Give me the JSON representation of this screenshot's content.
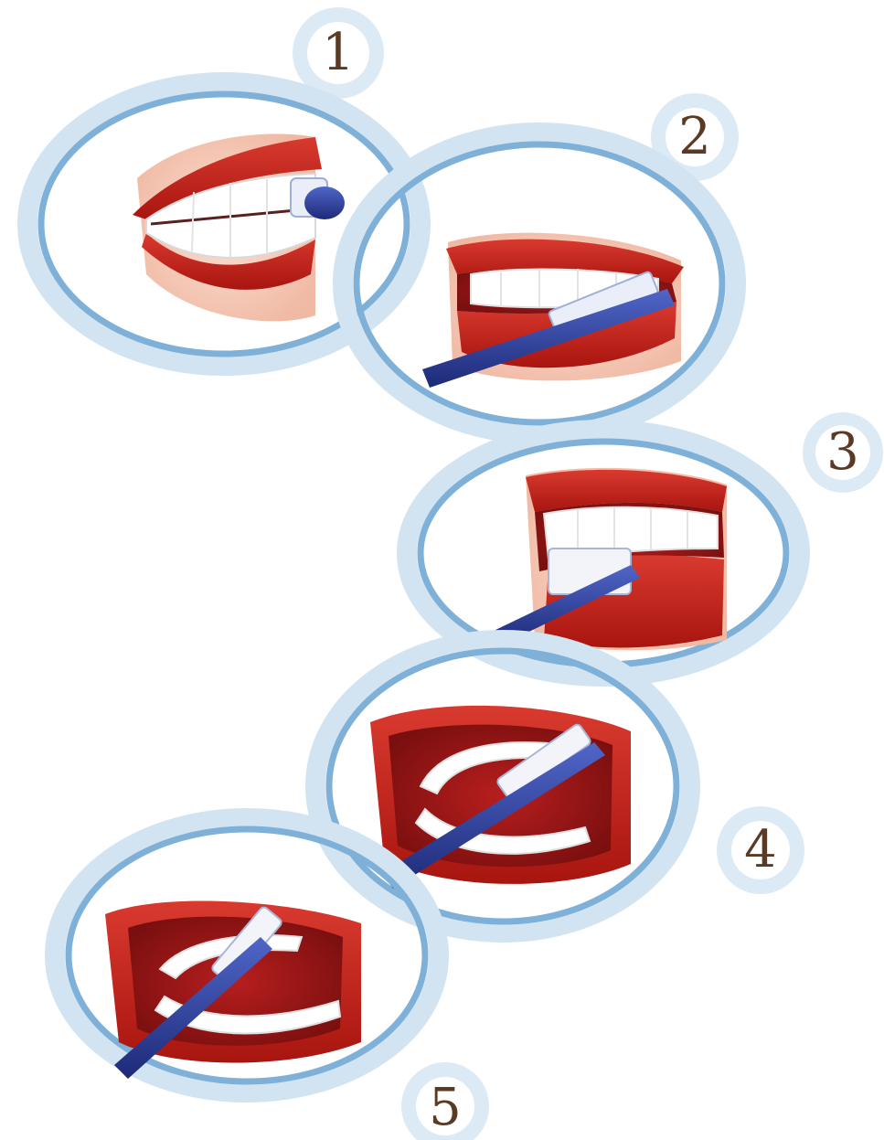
{
  "steps": [
    {
      "number": "1",
      "icon": "mouth-outer-front-brushing-icon"
    },
    {
      "number": "2",
      "icon": "mouth-outer-side-brushing-icon"
    },
    {
      "number": "3",
      "icon": "mouth-lower-teeth-brushing-icon"
    },
    {
      "number": "4",
      "icon": "mouth-inner-upper-brushing-icon"
    },
    {
      "number": "5",
      "icon": "mouth-inner-lower-brushing-icon"
    }
  ],
  "colors": {
    "ring_outer": "#d2e4f1",
    "ring_inner": "#7fb0d8",
    "lips": "#c9211c",
    "lips_dark": "#8e1410",
    "gum": "#e06a5c",
    "skin": "#f3c7b4",
    "teeth": "#ffffff",
    "brush_handle": "#2a3b94",
    "number_text": "#5a3a24"
  }
}
